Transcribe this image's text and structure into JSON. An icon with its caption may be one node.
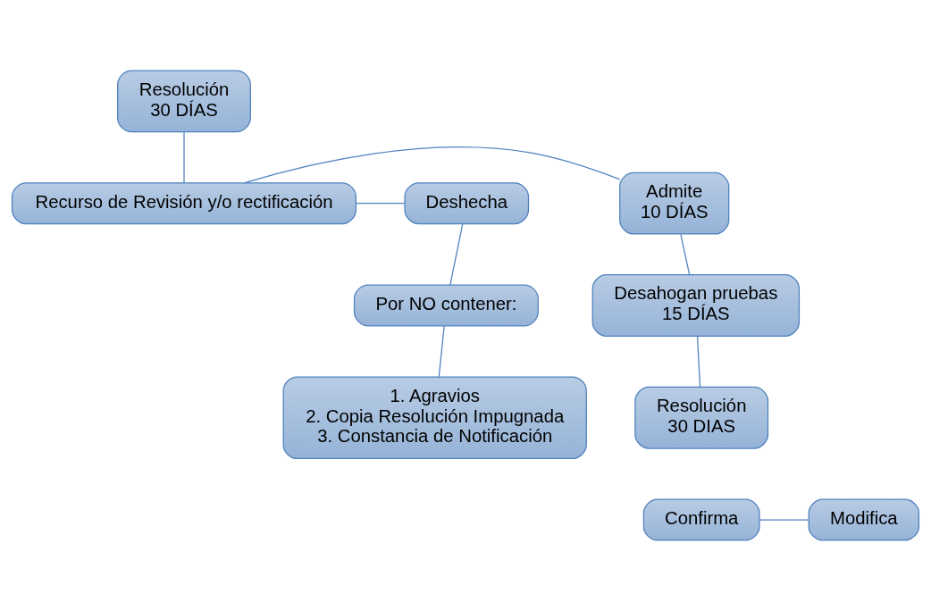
{
  "diagram": {
    "nodes": [
      {
        "text": [
          "Resolución",
          "30 DÍAS"
        ]
      },
      {
        "text": [
          "Recurso de Revisión y/o rectificación"
        ]
      },
      {
        "text": [
          "Admite",
          "10 DÍAS"
        ]
      },
      {
        "text": [
          "Deshecha"
        ]
      },
      {
        "text": [
          "Desahogan pruebas",
          "15 DÍAS"
        ]
      },
      {
        "text": [
          "Por NO contener:"
        ]
      },
      {
        "text": [
          "Resolución",
          "30 DIAS"
        ]
      },
      {
        "text": [
          "1. Agravios",
          "2. Copia Resolución Impugnada",
          "3. Constancia de Notificación"
        ]
      },
      {
        "text": [
          "Confirma"
        ]
      },
      {
        "text": [
          "Modifica"
        ]
      }
    ],
    "edges": [
      {
        "from": 0,
        "to": 1,
        "arrow": "none"
      },
      {
        "from": 1,
        "to": 2,
        "arrow": "none"
      },
      {
        "from": 1,
        "to": 3,
        "arrow": "none"
      },
      {
        "from": 2,
        "to": 4,
        "arrow": "none"
      },
      {
        "from": 3,
        "to": 5,
        "arrow": "none"
      },
      {
        "from": 4,
        "to": 6,
        "arrow": "none"
      },
      {
        "from": 5,
        "to": 7,
        "arrow": "none"
      },
      {
        "from": 8,
        "to": 9,
        "arrow": "none"
      }
    ]
  }
}
